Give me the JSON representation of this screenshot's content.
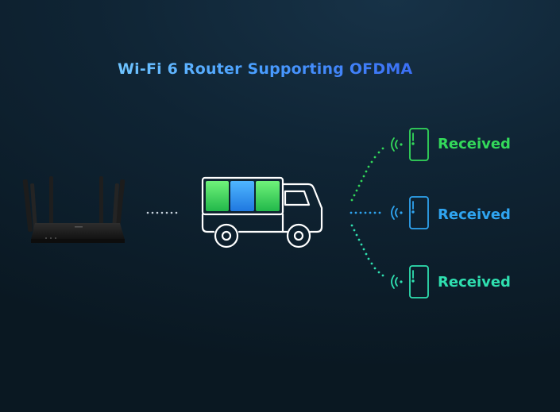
{
  "title": "Wi-Fi 6 Router Supporting OFDMA",
  "devices": [
    {
      "label": "Received",
      "color": "#33d95a"
    },
    {
      "label": "Received",
      "color": "#2fa4f0"
    },
    {
      "label": "Received",
      "color": "#2fe0b0"
    }
  ],
  "icons": [
    "router-image",
    "truck-icon",
    "wifi-signal-icon",
    "phone-icon"
  ]
}
